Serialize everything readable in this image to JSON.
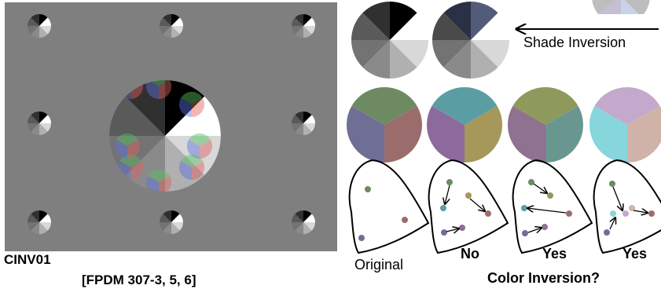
{
  "labels": {
    "test_code": "CINV01",
    "reference": "[FPDM 307-3, 5, 6]",
    "shade_inversion": "Shade Inversion",
    "original": "Original",
    "verdict_1": "No",
    "verdict_2": "Yes",
    "verdict_3": "Yes",
    "color_inversion": "Color Inversion?"
  },
  "colors": {
    "background_gray": "#7f7f7f",
    "wedges_normal": [
      "#5a5a5a",
      "#303030",
      "#000000",
      "#ffffff",
      "#d8d8d8",
      "#b0b0b0",
      "#8a8a8a",
      "#737373"
    ],
    "wedges_inverted": [
      "#4a4a4a",
      "#2a3144",
      "#525c7a",
      "#ffffff",
      "#d8d8d8",
      "#b0b0b0",
      "#8a8a8a",
      "#737373"
    ],
    "color_pies": [
      [
        "#6e8a62",
        "#9a6d6c",
        "#6f6f96"
      ],
      [
        "#5a9ea4",
        "#a6975a",
        "#8d6a9c"
      ],
      [
        "#8e9a5c",
        "#6a9690",
        "#8e7290"
      ],
      [
        "#c3a9cc",
        "#cfb3a9",
        "#86d6dc"
      ]
    ],
    "gamut_dots": [
      [
        "#6e8a62",
        "#9a6d6c",
        "#6f6f96"
      ],
      [
        "#6e8a62",
        "#5a9ea4",
        "#a6975a",
        "#9a6d6c",
        "#6f6f96",
        "#8d6a9c"
      ],
      [
        "#6e8a62",
        "#8e9a5c",
        "#5a9ea4",
        "#9a6d6c",
        "#6f6f96",
        "#8e7290"
      ],
      [
        "#6e8a62",
        "#86d6dc",
        "#c3a9cc",
        "#cfb3a9",
        "#9a6d6c",
        "#6f6f96"
      ]
    ]
  }
}
